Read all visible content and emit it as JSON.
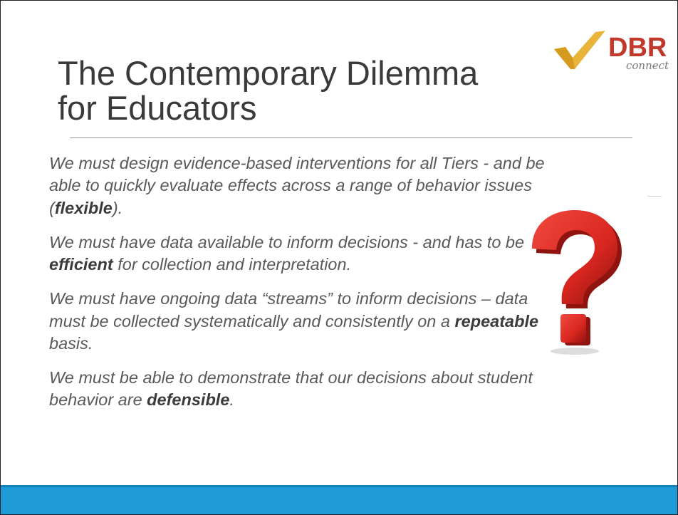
{
  "slide": {
    "title_line1": "The Contemporary Dilemma",
    "title_line2": "for Educators",
    "paragraphs": [
      {
        "before": "We must design evidence-based interventions for all Tiers - and be able to quickly evaluate effects across a range of behavior issues (",
        "emph": "flexible",
        "after": ")."
      },
      {
        "before": "We must have data available to inform decisions - and has to be ",
        "emph": "efficient",
        "after": " for collection and interpretation."
      },
      {
        "before": "We must have ongoing data “streams” to inform decisions – data must be collected systematically and consistently on a ",
        "emph": "repeatable",
        "after": " basis."
      },
      {
        "before": "We must be able to demonstrate that our decisions about student behavior are ",
        "emph": "defensible",
        "after": "."
      }
    ]
  },
  "logo": {
    "main": "DBR",
    "sub": "connect",
    "colors": {
      "check": "#e8b43a",
      "text": "#c0392b",
      "sub": "#777777"
    }
  },
  "decor": {
    "question_mark_icon": "question-mark-icon",
    "accent": "#1e9ad6",
    "qmark_color": "#d8261f"
  }
}
